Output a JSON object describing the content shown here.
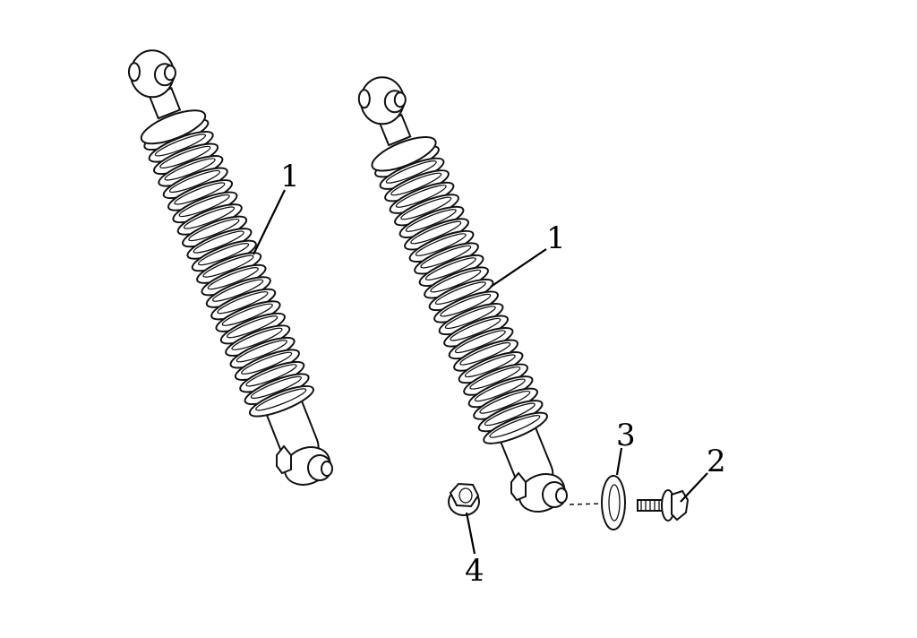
{
  "diagram": {
    "callouts": [
      {
        "id": "shock-left",
        "label": "1"
      },
      {
        "id": "shock-right",
        "label": "1"
      },
      {
        "id": "bolt",
        "label": "2"
      },
      {
        "id": "washer",
        "label": "3"
      },
      {
        "id": "nut",
        "label": "4"
      }
    ]
  },
  "colors": {
    "line": "#111111",
    "background": "#ffffff"
  }
}
